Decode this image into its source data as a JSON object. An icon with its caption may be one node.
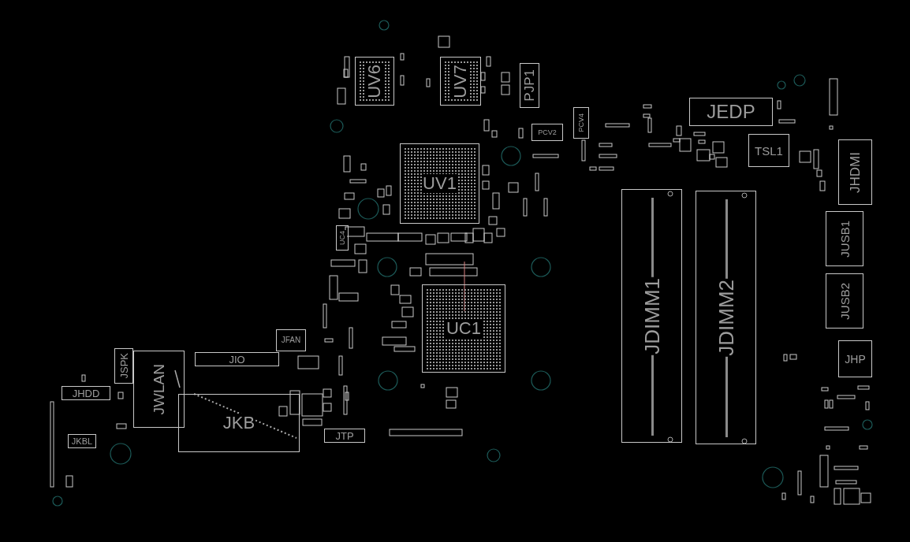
{
  "diagram": {
    "nodes": [
      {
        "text": [
          "UV6"
        ]
      },
      {
        "text": [
          "UV7"
        ]
      },
      {
        "text": [
          "PJP1"
        ]
      },
      {
        "text": [
          "JEDP"
        ]
      },
      {
        "text": [
          "PCV4"
        ]
      },
      {
        "text": [
          "PCV2"
        ]
      },
      {
        "text": [
          "TSL1"
        ]
      },
      {
        "text": [
          "JHDMI"
        ]
      },
      {
        "text": [
          "UV1"
        ]
      },
      {
        "text": [
          "JDIMM1"
        ]
      },
      {
        "text": [
          "JDIMM2"
        ]
      },
      {
        "text": [
          "JUSB1"
        ]
      },
      {
        "text": [
          "UC4"
        ]
      },
      {
        "text": [
          "JUSB2"
        ]
      },
      {
        "text": [
          "UC1"
        ]
      },
      {
        "text": [
          "JFAN"
        ]
      },
      {
        "text": [
          "JHP"
        ]
      },
      {
        "text": [
          "JSPK"
        ]
      },
      {
        "text": [
          "JWLAN"
        ]
      },
      {
        "text": [
          "JIO"
        ]
      },
      {
        "text": [
          "JHDD"
        ]
      },
      {
        "text": [
          "JKB"
        ]
      },
      {
        "text": [
          "JTP"
        ]
      },
      {
        "text": [
          "JKBL"
        ]
      }
    ]
  }
}
